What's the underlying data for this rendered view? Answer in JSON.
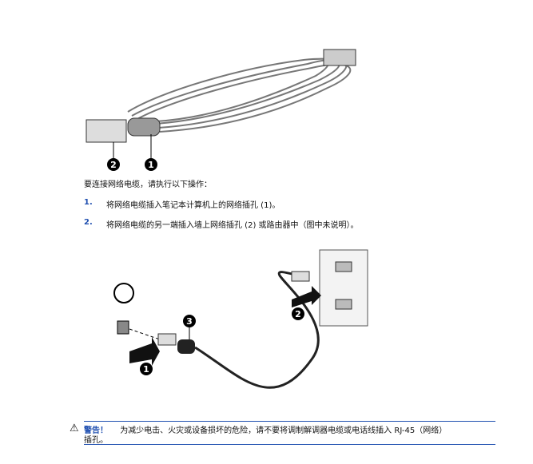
{
  "intro": "要连接网络电缆，请执行以下操作：",
  "steps": [
    {
      "number": "1.",
      "text": "将网络电缆插入笔记本计算机上的网络插孔 (1)。"
    },
    {
      "number": "2.",
      "text": "将网络电缆的另一端插入墙上网络插孔 (2) 或路由器中（图中未说明）。"
    }
  ],
  "figure1": {
    "callouts": [
      "2",
      "1"
    ]
  },
  "figure2": {
    "callouts": [
      "1",
      "2",
      "3"
    ]
  },
  "warning": {
    "label": "警告！",
    "text": "为减少电击、火灾或设备损坏的危险，请不要将调制解调器电缆或电话线插入 RJ-45（网络）",
    "text2": "插孔。"
  },
  "colors": {
    "accent": "#1f4fb0"
  }
}
